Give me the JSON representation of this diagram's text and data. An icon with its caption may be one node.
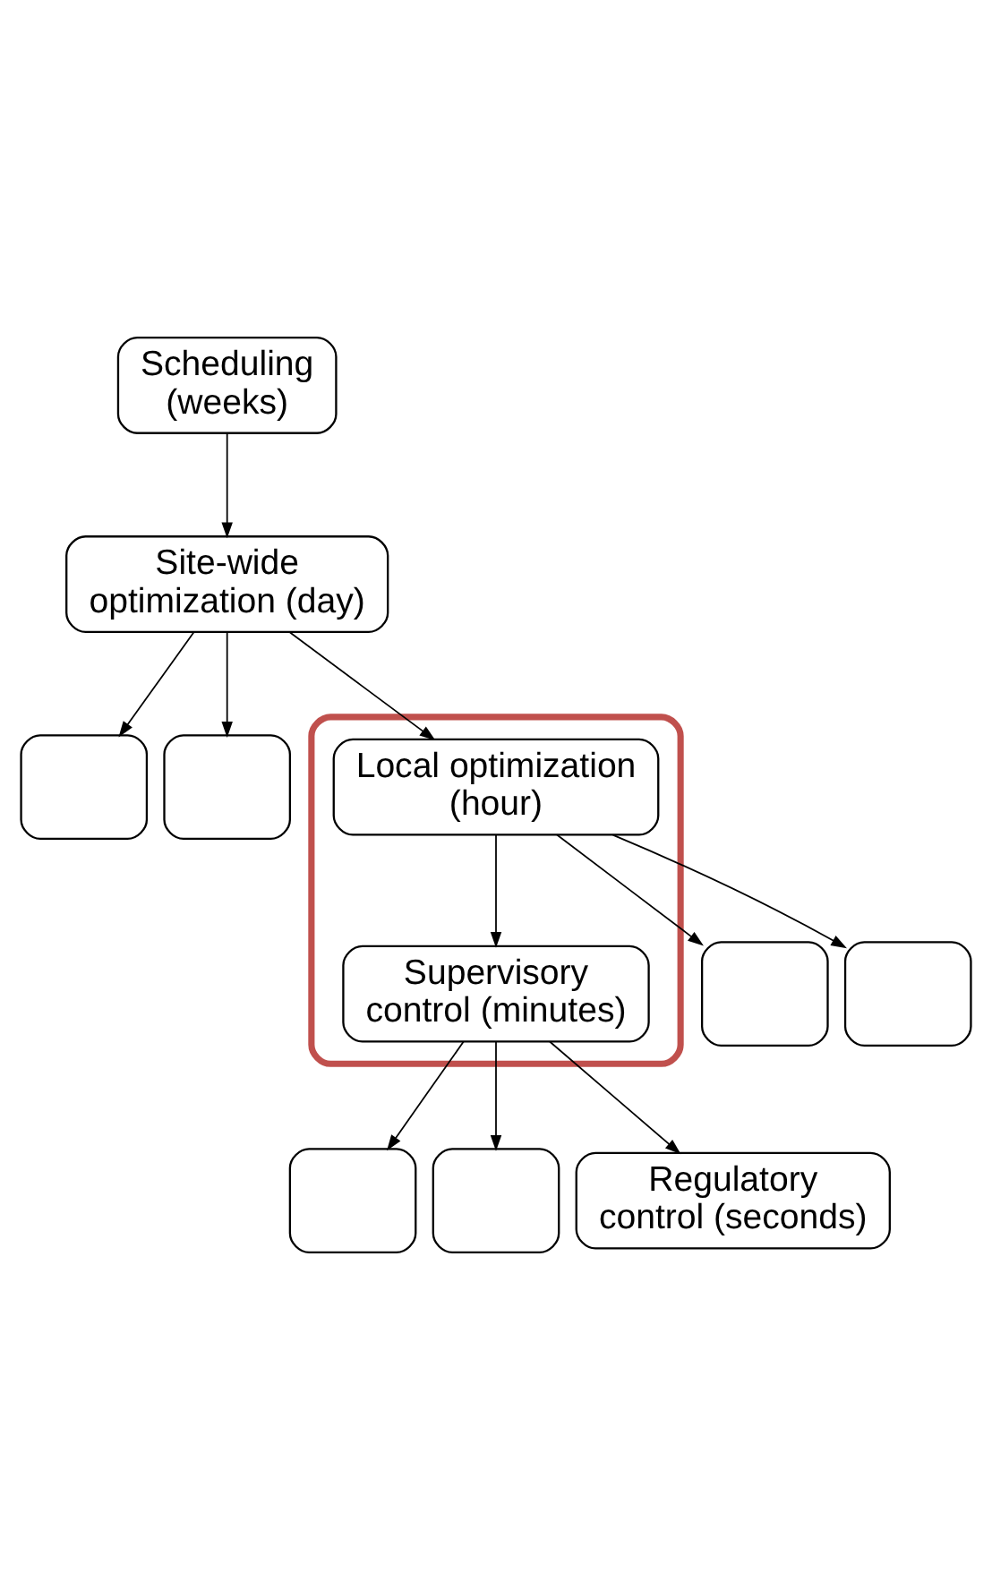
{
  "diagram": {
    "nodes": [
      {
        "text": [
          "Scheduling (weeks)"
        ]
      },
      {
        "text": [
          "Site-wide optimization (day)"
        ]
      },
      {
        "text": [],
        "shape": "box"
      },
      {
        "text": [],
        "shape": "box"
      },
      {
        "text": [],
        "shape": "box"
      },
      {
        "text": [
          "Local optimization (hour)"
        ],
        "in": 4
      },
      {
        "text": [],
        "shape": "box"
      },
      {
        "text": [],
        "shape": "box"
      },
      {
        "text": [
          "Supervisory control (minutes)"
        ],
        "in": 4
      },
      {
        "text": [],
        "shape": "box"
      },
      {
        "text": [],
        "shape": "box"
      },
      {
        "text": [
          "Regulatory control (seconds)"
        ]
      }
    ],
    "edges": [
      {
        "from": 0,
        "to": 1,
        "arrow": "to"
      },
      {
        "from": 1,
        "to": 2,
        "arrow": "to"
      },
      {
        "from": 1,
        "to": 3,
        "arrow": "to"
      },
      {
        "from": 1,
        "to": 5,
        "arrow": "to"
      },
      {
        "from": 5,
        "to": 6,
        "arrow": "to"
      },
      {
        "from": 5,
        "to": 7,
        "arrow": "to"
      },
      {
        "from": 5,
        "to": 8,
        "arrow": "to"
      },
      {
        "from": 8,
        "to": 9,
        "arrow": "to"
      },
      {
        "from": 8,
        "to": 10,
        "arrow": "to"
      },
      {
        "from": 8,
        "to": 11,
        "arrow": "to"
      }
    ]
  }
}
